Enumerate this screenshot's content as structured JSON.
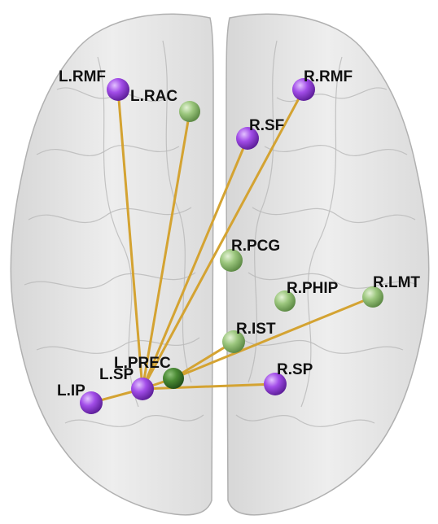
{
  "colors": {
    "purple_node": "#a24de8",
    "green_node": "#8ab86c",
    "dark_green_node": "#3f7f2a",
    "edge": "#d4a332",
    "brain_fill": "#d9d9d9",
    "brain_stroke": "#a8a8a8"
  },
  "nodes": [
    {
      "id": "L.RMF",
      "label": "L.RMF",
      "kind": "purple"
    },
    {
      "id": "L.RAC",
      "label": "L.RAC",
      "kind": "green"
    },
    {
      "id": "R.RMF",
      "label": "R.RMF",
      "kind": "purple"
    },
    {
      "id": "R.SF",
      "label": "R.SF",
      "kind": "purple"
    },
    {
      "id": "R.PCG",
      "label": "R.PCG",
      "kind": "green"
    },
    {
      "id": "R.PHIP",
      "label": "R.PHIP",
      "kind": "green"
    },
    {
      "id": "R.LMT",
      "label": "R.LMT",
      "kind": "green"
    },
    {
      "id": "R.IST",
      "label": "R.IST",
      "kind": "green"
    },
    {
      "id": "L.PREC",
      "label": "L.PREC",
      "kind": "dark_green"
    },
    {
      "id": "L.SP",
      "label": "L.SP",
      "kind": "purple"
    },
    {
      "id": "L.IP",
      "label": "L.IP",
      "kind": "purple"
    },
    {
      "id": "R.SP",
      "label": "R.SP",
      "kind": "purple"
    }
  ],
  "edges": [
    [
      "L.SP",
      "L.RMF"
    ],
    [
      "L.SP",
      "L.RAC"
    ],
    [
      "L.SP",
      "R.SF"
    ],
    [
      "L.SP",
      "R.RMF"
    ],
    [
      "L.SP",
      "L.IP"
    ],
    [
      "L.SP",
      "R.SP"
    ],
    [
      "L.SP",
      "L.PREC"
    ],
    [
      "L.PREC",
      "R.IST"
    ],
    [
      "L.PREC",
      "R.LMT"
    ]
  ]
}
